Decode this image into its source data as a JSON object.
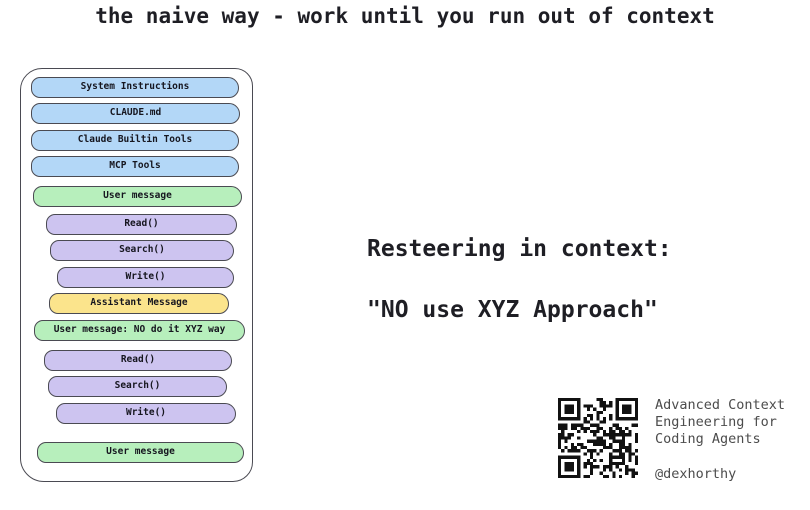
{
  "title": "the naive way - work until you run out of context",
  "context_window": {
    "blocks": [
      {
        "label": "System Instructions",
        "kind": "system",
        "ml": 10,
        "mr": 13,
        "gap": 8
      },
      {
        "label": "CLAUDE.md",
        "kind": "system",
        "ml": 10,
        "mr": 12,
        "gap": 5
      },
      {
        "label": "Claude Builtin Tools",
        "kind": "system",
        "ml": 10,
        "mr": 13,
        "gap": 6
      },
      {
        "label": "MCP Tools",
        "kind": "system",
        "ml": 10,
        "mr": 13,
        "gap": 5
      },
      {
        "label": "User message",
        "kind": "user",
        "ml": 12,
        "mr": 10,
        "gap": 9
      },
      {
        "label": "Read()",
        "kind": "tool",
        "ml": 25,
        "mr": 15,
        "gap": 7
      },
      {
        "label": "Search()",
        "kind": "tool",
        "ml": 29,
        "mr": 18,
        "gap": 5
      },
      {
        "label": "Write()",
        "kind": "tool",
        "ml": 36,
        "mr": 18,
        "gap": 6
      },
      {
        "label": "Assistant Message",
        "kind": "assistant",
        "ml": 28,
        "mr": 23,
        "gap": 5
      },
      {
        "label": "User message: NO do it XYZ way",
        "kind": "user",
        "ml": 13,
        "mr": 7,
        "gap": 6
      },
      {
        "label": "Read()",
        "kind": "tool",
        "ml": 23,
        "mr": 20,
        "gap": 9
      },
      {
        "label": "Search()",
        "kind": "tool",
        "ml": 27,
        "mr": 25,
        "gap": 5
      },
      {
        "label": "Write()",
        "kind": "tool",
        "ml": 35,
        "mr": 16,
        "gap": 6
      },
      {
        "label": "User message",
        "kind": "user",
        "ml": 16,
        "mr": 8,
        "gap": 18
      }
    ]
  },
  "annotation": {
    "line1": "Resteering in context:",
    "line2": "\"NO use XYZ Approach\""
  },
  "footer": {
    "caption_lines": [
      "Advanced Context",
      "Engineering for",
      "Coding Agents"
    ],
    "handle": "@dexhorthy"
  },
  "colors": {
    "system_fill": "#b3d7f7",
    "user_fill": "#b7efbc",
    "tool_fill": "#cdc4f0",
    "assistant_fill": "#fbe48c",
    "border": "#4a4a52",
    "text": "#1e1e24",
    "qr": "#111111"
  }
}
